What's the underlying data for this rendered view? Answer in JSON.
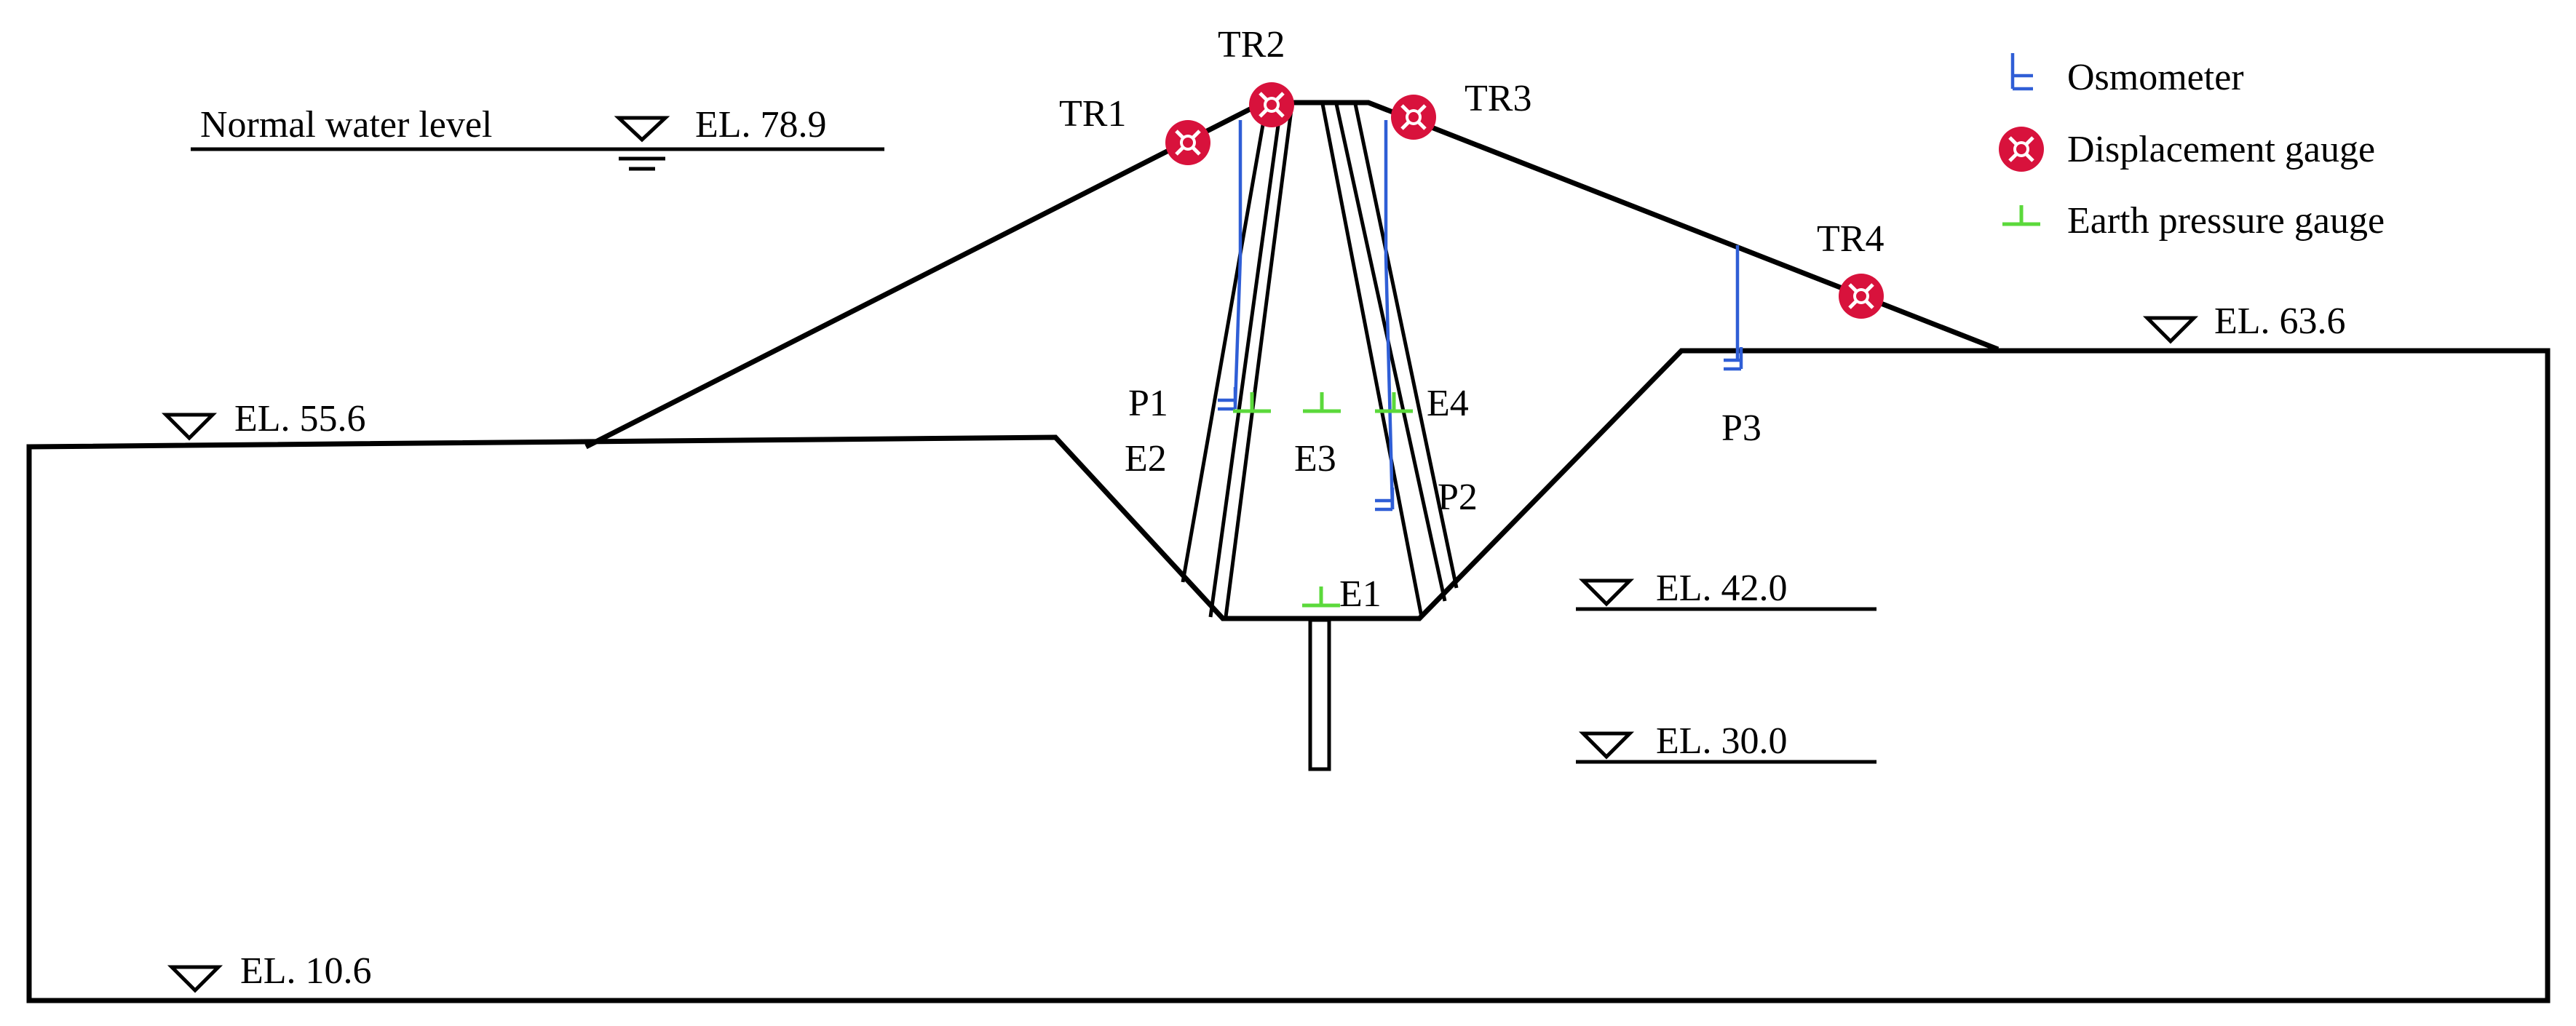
{
  "water_level": {
    "label": "Normal water level",
    "elevation": "EL. 78.9"
  },
  "elevations": {
    "el_55_6": "EL. 55.6",
    "el_63_6": "EL. 63.6",
    "el_42_0": "EL. 42.0",
    "el_30_0": "EL. 30.0",
    "el_10_6": "EL. 10.6"
  },
  "displacement_gauges": {
    "tr1": "TR1",
    "tr2": "TR2",
    "tr3": "TR3",
    "tr4": "TR4"
  },
  "osmometers": {
    "p1": "P1",
    "p2": "P2",
    "p3": "P3"
  },
  "earth_pressure_gauges": {
    "e1": "E1",
    "e2": "E2",
    "e3": "E3",
    "e4": "E4"
  },
  "legend": {
    "osmometer": "Osmometer",
    "displacement": "Displacement gauge",
    "earth_pressure": "Earth pressure gauge"
  },
  "colors": {
    "osmometer": "#2f5ed6",
    "displacement_gauge": "#d8123c",
    "earth_pressure_gauge": "#5bd93b",
    "outline": "#000000"
  }
}
